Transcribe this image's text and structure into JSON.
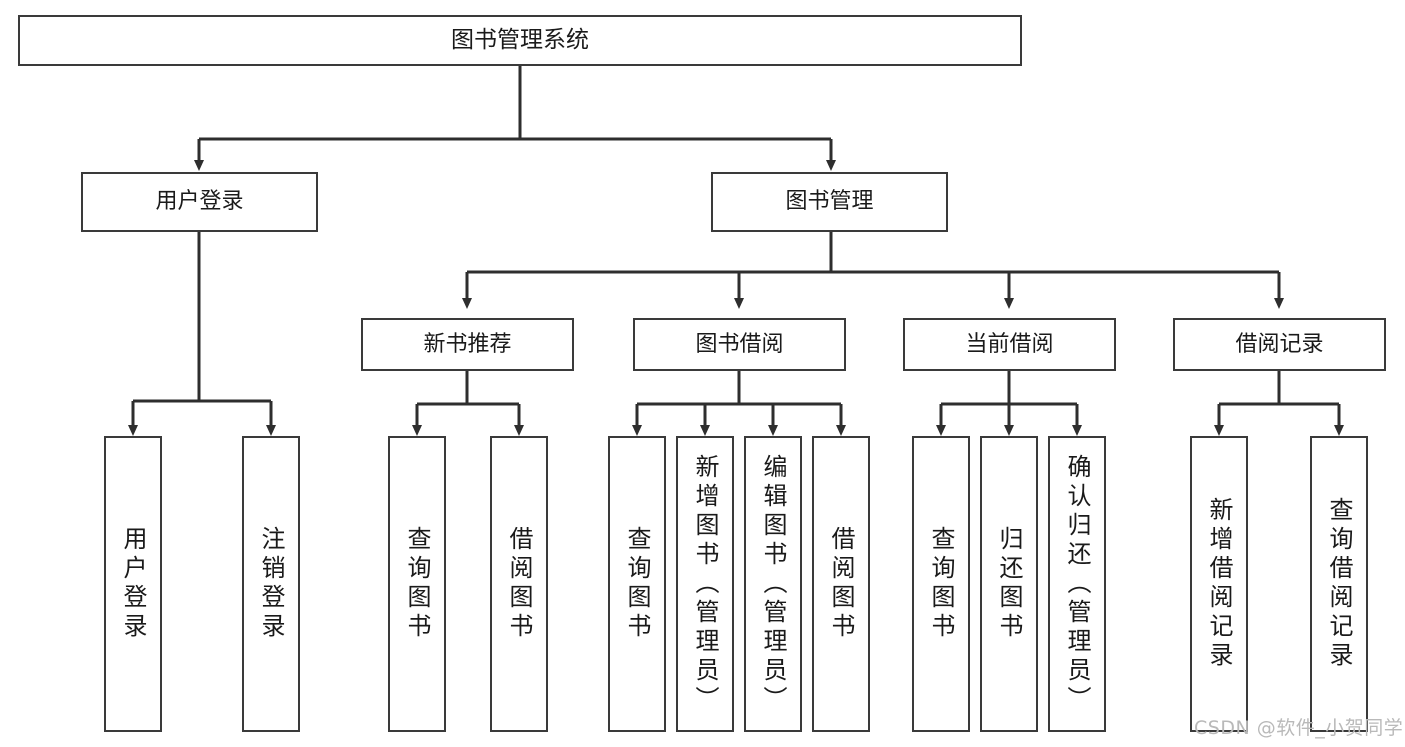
{
  "diagram": {
    "title": "图书管理系统",
    "type": "tree-hierarchy",
    "style": {
      "background": "#ffffff",
      "box_border": "#3a3a3a",
      "line": "#2e2e2e",
      "text": "#1a1a1a",
      "watermark": "#b9b9b9"
    },
    "levels": [
      {
        "level": 1,
        "nodes": [
          {
            "id": "root",
            "label": "图书管理系统",
            "orientation": "horizontal"
          }
        ]
      },
      {
        "level": 2,
        "nodes": [
          {
            "id": "login",
            "label": "用户登录",
            "orientation": "horizontal",
            "parent": "root"
          },
          {
            "id": "bookmgr",
            "label": "图书管理",
            "orientation": "horizontal",
            "parent": "root"
          }
        ]
      },
      {
        "level": 3,
        "nodes": [
          {
            "id": "newbook",
            "label": "新书推荐",
            "orientation": "horizontal",
            "parent": "bookmgr"
          },
          {
            "id": "borrow",
            "label": "图书借阅",
            "orientation": "horizontal",
            "parent": "bookmgr"
          },
          {
            "id": "current",
            "label": "当前借阅",
            "orientation": "horizontal",
            "parent": "bookmgr"
          },
          {
            "id": "records",
            "label": "借阅记录",
            "orientation": "horizontal",
            "parent": "bookmgr"
          }
        ]
      },
      {
        "level": 4,
        "nodes": [
          {
            "id": "l1",
            "label": "用户登录",
            "orientation": "vertical",
            "parent": "login"
          },
          {
            "id": "l2",
            "label": "注销登录",
            "orientation": "vertical",
            "parent": "login"
          },
          {
            "id": "n1",
            "label": "查询图书",
            "orientation": "vertical",
            "parent": "newbook"
          },
          {
            "id": "n2",
            "label": "借阅图书",
            "orientation": "vertical",
            "parent": "newbook"
          },
          {
            "id": "b1",
            "label": "查询图书",
            "orientation": "vertical",
            "parent": "borrow"
          },
          {
            "id": "b2",
            "label": "新增图书（管理员）",
            "orientation": "vertical",
            "parent": "borrow"
          },
          {
            "id": "b3",
            "label": "编辑图书（管理员）",
            "orientation": "vertical",
            "parent": "borrow"
          },
          {
            "id": "b4",
            "label": "借阅图书",
            "orientation": "vertical",
            "parent": "borrow"
          },
          {
            "id": "c1",
            "label": "查询图书",
            "orientation": "vertical",
            "parent": "current"
          },
          {
            "id": "c2",
            "label": "归还图书",
            "orientation": "vertical",
            "parent": "current"
          },
          {
            "id": "c3",
            "label": "确认归还（管理员）",
            "orientation": "vertical",
            "parent": "current"
          },
          {
            "id": "r1",
            "label": "新增借阅记录",
            "orientation": "vertical",
            "parent": "records"
          },
          {
            "id": "r2",
            "label": "查询借阅记录",
            "orientation": "vertical",
            "parent": "records"
          }
        ]
      }
    ]
  },
  "watermark": {
    "text": "CSDN @软件_小贺同学"
  }
}
